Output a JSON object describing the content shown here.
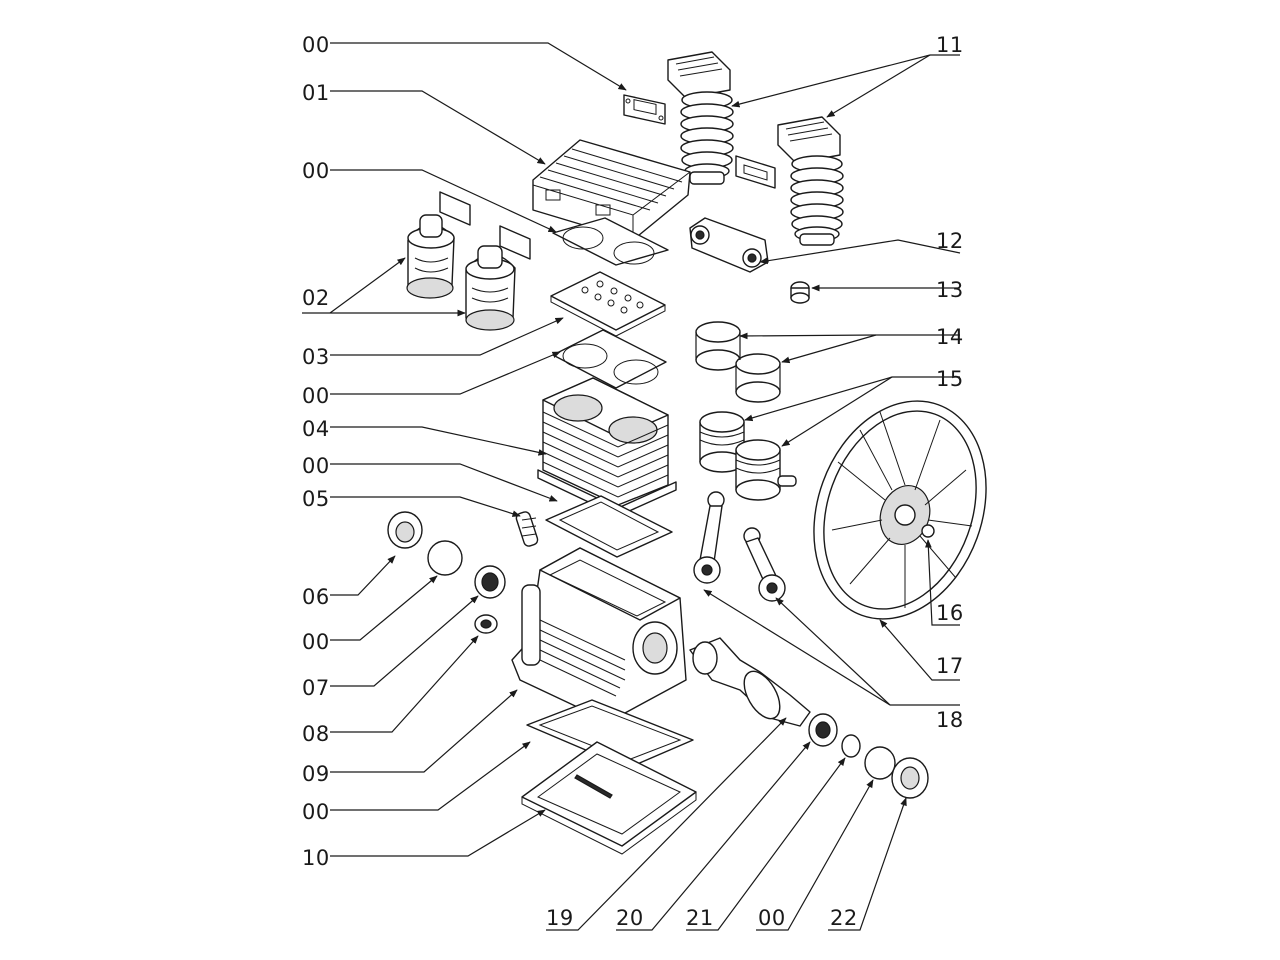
{
  "labels": {
    "l00a": "00",
    "l01": "01",
    "l00b": "00",
    "l02": "02",
    "l03": "03",
    "l00c": "00",
    "l04": "04",
    "l00d": "00",
    "l05": "05",
    "l06": "06",
    "l00e": "00",
    "l07": "07",
    "l08": "08",
    "l09": "09",
    "l00f": "00",
    "l10": "10",
    "l11": "11",
    "l12": "12",
    "l13": "13",
    "l14": "14",
    "l15": "15",
    "l16": "16",
    "l17": "17",
    "l18": "18",
    "l19": "19",
    "l20": "20",
    "l21": "21",
    "l00g": "00",
    "l22": "22"
  },
  "colors": {
    "line": "#1a1a1a",
    "background": "#ffffff"
  }
}
